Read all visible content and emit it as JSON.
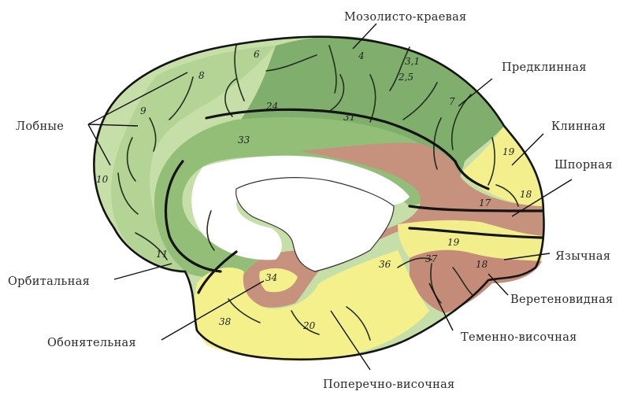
{
  "colors": {
    "frontal_light": "#c6dfa9",
    "frontal_mid": "#a7cc8a",
    "parietal_dark": "#7fae6d",
    "cingulate": "#93be79",
    "temporal_yellow": "#f4f08c",
    "limbic_brown": "#c6917d",
    "outline": "#141414"
  },
  "labels": {
    "frontal": "Лобные",
    "paracentral": "Мозолисто-краевая",
    "precuneus": "Предклинная",
    "cuneus": "Клинная",
    "calcarine": "Шпорная",
    "lingual": "Язычная",
    "fusiform": "Веретеновидная",
    "parieto_temporal": "Теменно-височная",
    "transverse_temporal": "Поперечно-височная",
    "olfactory": "Обонятельная",
    "orbital": "Орбитальная"
  },
  "areas": [
    {
      "id": "a8",
      "text": "8"
    },
    {
      "id": "a6",
      "text": "6"
    },
    {
      "id": "a4",
      "text": "4"
    },
    {
      "id": "a31top",
      "text": "3,1"
    },
    {
      "id": "a25",
      "text": "2,5"
    },
    {
      "id": "a7",
      "text": "7"
    },
    {
      "id": "a9",
      "text": "9"
    },
    {
      "id": "a24",
      "text": "24"
    },
    {
      "id": "a31",
      "text": "31"
    },
    {
      "id": "a33",
      "text": "33"
    },
    {
      "id": "a10",
      "text": "10"
    },
    {
      "id": "a19a",
      "text": "19"
    },
    {
      "id": "a18a",
      "text": "18"
    },
    {
      "id": "a17",
      "text": "17"
    },
    {
      "id": "a19b",
      "text": "19"
    },
    {
      "id": "a18b",
      "text": "18"
    },
    {
      "id": "a37",
      "text": "37"
    },
    {
      "id": "a36",
      "text": "36"
    },
    {
      "id": "a34",
      "text": "34"
    },
    {
      "id": "a11",
      "text": "11"
    },
    {
      "id": "a38",
      "text": "38"
    },
    {
      "id": "a20",
      "text": "20"
    }
  ]
}
